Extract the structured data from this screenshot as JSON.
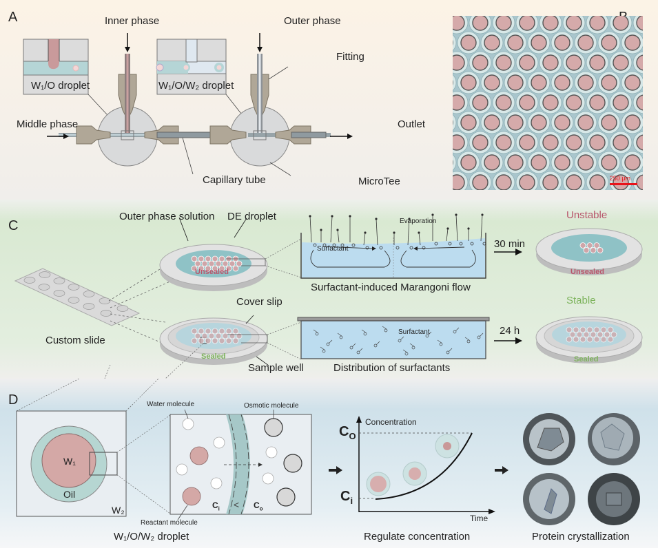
{
  "panels": {
    "A": {
      "letter": "A",
      "inner_phase": "Inner phase",
      "outer_phase": "Outer phase",
      "fitting": "Fitting",
      "middle_phase": "Middle phase",
      "outlet": "Outlet",
      "capillary_tube": "Capillary tube",
      "microtee": "MicroTee",
      "inset1_label": "W₁/O droplet",
      "inset2_label": "W₁/O/W₂ droplet"
    },
    "B": {
      "letter": "B",
      "scale_bar": "250 μm"
    },
    "C": {
      "letter": "C",
      "outer_phase_solution": "Outer phase solution",
      "de_droplet": "DE droplet",
      "unsealed": "Unsealed",
      "sealed": "Sealed",
      "evaporation": "Evaporation",
      "surfactant": "Surfactant",
      "marangoni_caption": "Surfactant-induced Marangoni flow",
      "distribution_caption": "Distribution of surfactants",
      "time_unsealed": "30 min",
      "time_sealed": "24 h",
      "unstable": "Unstable",
      "stable": "Stable",
      "cover_slip": "Cover slip",
      "sample_well": "Sample well",
      "custom_slide": "Custom slide"
    },
    "D": {
      "letter": "D",
      "w1": "W₁",
      "oil": "Oil",
      "w2": "W₂",
      "water_molecule": "Water molecule",
      "osmotic_molecule": "Osmotic molecule",
      "reactant_molecule": "Reactant molecule",
      "ci": "C",
      "ci_sub": "i",
      "co": "C",
      "co_sub": "o",
      "less_than": "<",
      "droplet_caption": "W₁/O/W₂ droplet",
      "graph_y": "Concentration",
      "graph_x": "Time",
      "graph_co": "C",
      "graph_co_sub": "O",
      "graph_ci": "C",
      "graph_ci_sub": "i",
      "regulate_caption": "Regulate concentration",
      "crystal_caption": "Protein crystallization"
    }
  },
  "colors": {
    "pink": "#d9a9a8",
    "teal": "#a9cfd1",
    "fitting": "#b0a797",
    "unstable_red": "#b8556b",
    "stable_green": "#7db35c",
    "scale_red": "#e8141b",
    "water_blue": "#bcdcef"
  }
}
